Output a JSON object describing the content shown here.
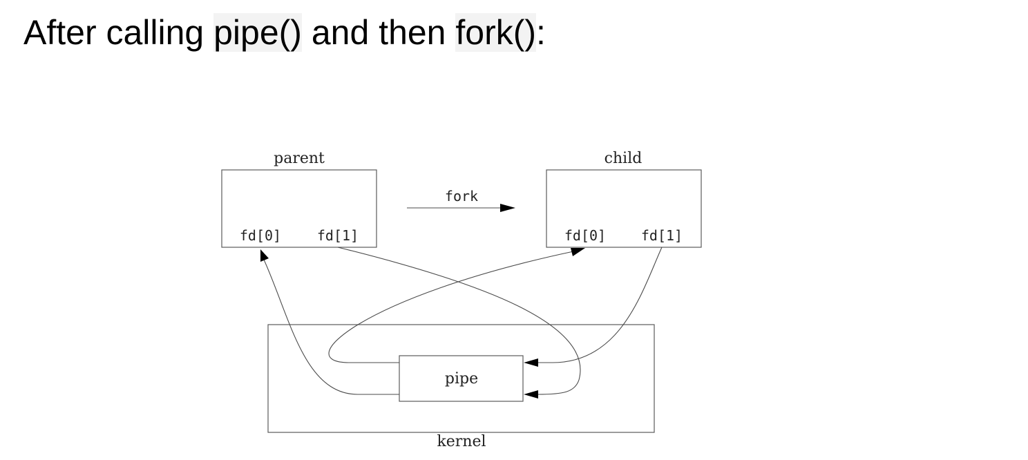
{
  "heading": {
    "prefix": "After calling ",
    "call_pipe": "pipe()",
    "middle": " and then ",
    "call_fork": "fork()",
    "suffix": ":"
  },
  "diagram": {
    "parent_label": "parent",
    "child_label": "child",
    "fork_label": "fork",
    "kernel_label": "kernel",
    "pipe_label": "pipe",
    "parent_fd0": "fd[0]",
    "parent_fd1": "fd[1]",
    "child_fd0": "fd[0]",
    "child_fd1": "fd[1]"
  }
}
